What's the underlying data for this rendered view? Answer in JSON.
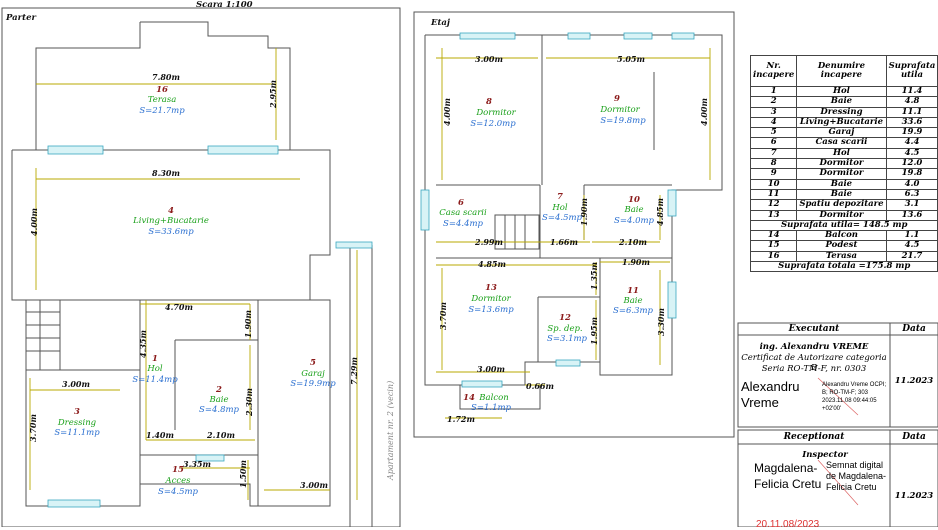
{
  "scale": "Scara 1:100",
  "parter": {
    "title": "Parter",
    "neighbor": "Apartament nr. 2 (vecin)",
    "rooms": [
      {
        "num": "16",
        "name": "Terasa",
        "area": "S=21.7mp"
      },
      {
        "num": "4",
        "name": "Living+Bucatarie",
        "area": "S=33.6mp"
      },
      {
        "num": "1",
        "name": "Hol",
        "area": "S=11.4mp"
      },
      {
        "num": "2",
        "name": "Baie",
        "area": "S=4.8mp"
      },
      {
        "num": "3",
        "name": "Dressing",
        "area": "S=11.1mp"
      },
      {
        "num": "5",
        "name": "Garaj",
        "area": "S=19.9mp"
      },
      {
        "num": "15",
        "name": "Acces",
        "area": "S=4.5mp"
      }
    ],
    "dims": [
      "7.80m",
      "2.95m",
      "8.30m",
      "4.00m",
      "4.70m",
      "4.35m",
      "1.90m",
      "3.00m",
      "3.70m",
      "1.40m",
      "2.10m",
      "2.30m",
      "3.35m",
      "1.50m",
      "3.00m",
      "7.29m"
    ]
  },
  "etaj": {
    "title": "Etaj",
    "rooms": [
      {
        "num": "8",
        "name": "Dormitor",
        "area": "S=12.0mp"
      },
      {
        "num": "9",
        "name": "Dormitor",
        "area": "S=19.8mp"
      },
      {
        "num": "6",
        "name": "Casa scarii",
        "area": "S=4.4mp"
      },
      {
        "num": "7",
        "name": "Hol",
        "area": "S=4.5mp"
      },
      {
        "num": "10",
        "name": "Baie",
        "area": "S=4.0mp"
      },
      {
        "num": "13",
        "name": "Dormitor",
        "area": "S=13.6mp"
      },
      {
        "num": "12",
        "name": "Sp. dep.",
        "area": "S=3.1mp"
      },
      {
        "num": "11",
        "name": "Baie",
        "area": "S=6.3mp"
      },
      {
        "num": "14",
        "name": "Balcon",
        "area": "S=1.1mp"
      }
    ],
    "dims": [
      "3.00m",
      "5.05m",
      "4.00m",
      "4.00m",
      "2.99m",
      "1.66m",
      "1.90m",
      "2.10m",
      "1.90m",
      "4.85m",
      "1.35m",
      "1.90m",
      "3.70m",
      "1.95m",
      "3.30m",
      "3.00m",
      "0.66m",
      "1.72m"
    ]
  },
  "table": {
    "headers": [
      "Nr. incapere",
      "Denumire incapere",
      "Suprafata utila"
    ],
    "rows": [
      [
        "1",
        "Hol",
        "11.4"
      ],
      [
        "2",
        "Baie",
        "4.8"
      ],
      [
        "3",
        "Dressing",
        "11.1"
      ],
      [
        "4",
        "Living+Bucatarie",
        "33.6"
      ],
      [
        "5",
        "Garaj",
        "19.9"
      ],
      [
        "6",
        "Casa scarii",
        "4.4"
      ],
      [
        "7",
        "Hol",
        "4.5"
      ],
      [
        "8",
        "Dormitor",
        "12.0"
      ],
      [
        "9",
        "Dormitor",
        "19.8"
      ],
      [
        "10",
        "Baie",
        "4.0"
      ],
      [
        "11",
        "Baie",
        "6.3"
      ],
      [
        "12",
        "Spatiu depozitare",
        "3.1"
      ],
      [
        "13",
        "Dormitor",
        "13.6"
      ]
    ],
    "subtotal": "Suprafata utila=  148.5 mp",
    "rows2": [
      [
        "14",
        "Balcon",
        "1.1"
      ],
      [
        "15",
        "Podest",
        "4.5"
      ],
      [
        "16",
        "Terasa",
        "21.7"
      ]
    ],
    "total": "Suprafata totala =175.8 mp"
  },
  "executant": {
    "header": "Executant",
    "data_header": "Data",
    "name": "ing. Alexandru VREME",
    "cert": "Certificat de Autorizare categoria B",
    "serie": "Seria RO-TM-F, nr. 0303",
    "sig_big": "Alexandru Vreme",
    "sig_small": "Alexandru Vreme OCPI; B; RO-TM-F; 303 2023.11.08 09:44:05 +02'00'",
    "date": "11.2023"
  },
  "receptionat": {
    "header": "Receptionat",
    "data_header": "Data",
    "role": "Inspector",
    "sig_big": "Magdalena-Felicia Cretu",
    "sig_small": "Semnat digital de Magdalena-Felicia Cretu",
    "date": "11.2023",
    "stamp_text": "20.11.08/2023"
  }
}
